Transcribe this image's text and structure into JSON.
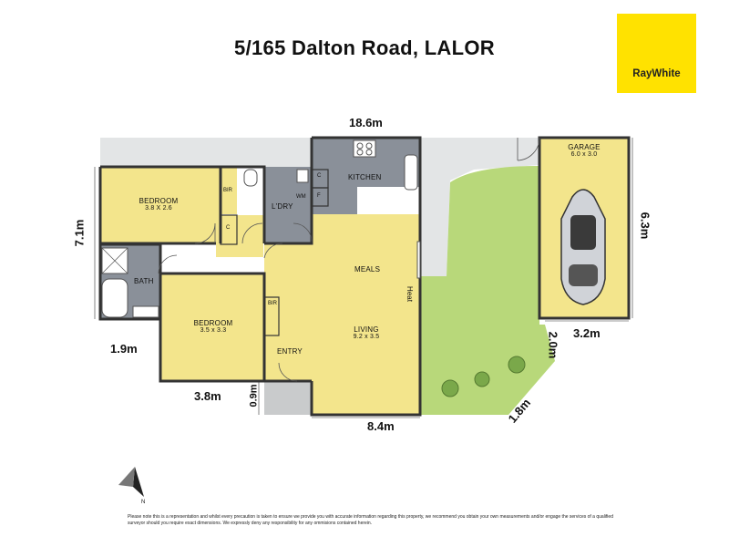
{
  "title": "5/165 Dalton Road, LALOR",
  "logo": "RayWhite",
  "dimensions": {
    "top_width": "18.6m",
    "left_height": "7.1m",
    "left_lower": "1.9m",
    "bottom_left": "3.8m",
    "entry_depth": "0.9m",
    "bottom_mid": "8.4m",
    "garage_width": "3.2m",
    "garage_height": "6.3m",
    "yard_side": "2.0m",
    "yard_diag": "1.8m"
  },
  "rooms": {
    "bedroom1": {
      "name": "BEDROOM",
      "size": "3.8 X 2.6"
    },
    "bedroom2": {
      "name": "BEDROOM",
      "size": "3.5 x 3.3"
    },
    "living": {
      "name": "LIVING",
      "size": "9.2 x 3.5"
    },
    "garage": {
      "name": "GARAGE",
      "size": "6.0 x 3.0"
    },
    "kitchen": "KITCHEN",
    "laundry": "L'DRY",
    "bath": "BATH",
    "meals": "MEALS",
    "entry": "ENTRY"
  },
  "labels": {
    "bir1": "BIR",
    "bir2": "BIR",
    "cupboard1": "C",
    "cupboard2": "C",
    "wm": "WM",
    "fridge": "F",
    "heat": "Heat"
  },
  "disclaimer": "Please note this is a representation and whilst every precaution is taken to ensure we provide you with accurate information regarding this property, we recommend you obtain your own measurements and/or engage the services of a qualified surveyor should you require exact dimensions. We expressly deny any responsibility for any ommisions contained herein.",
  "compass": "N",
  "colors": {
    "rooms": "#f3e58c",
    "wet_areas": "#8a9099",
    "yard": "#b8d87a",
    "paving": "#e3e5e6",
    "brand": "#ffe200"
  }
}
